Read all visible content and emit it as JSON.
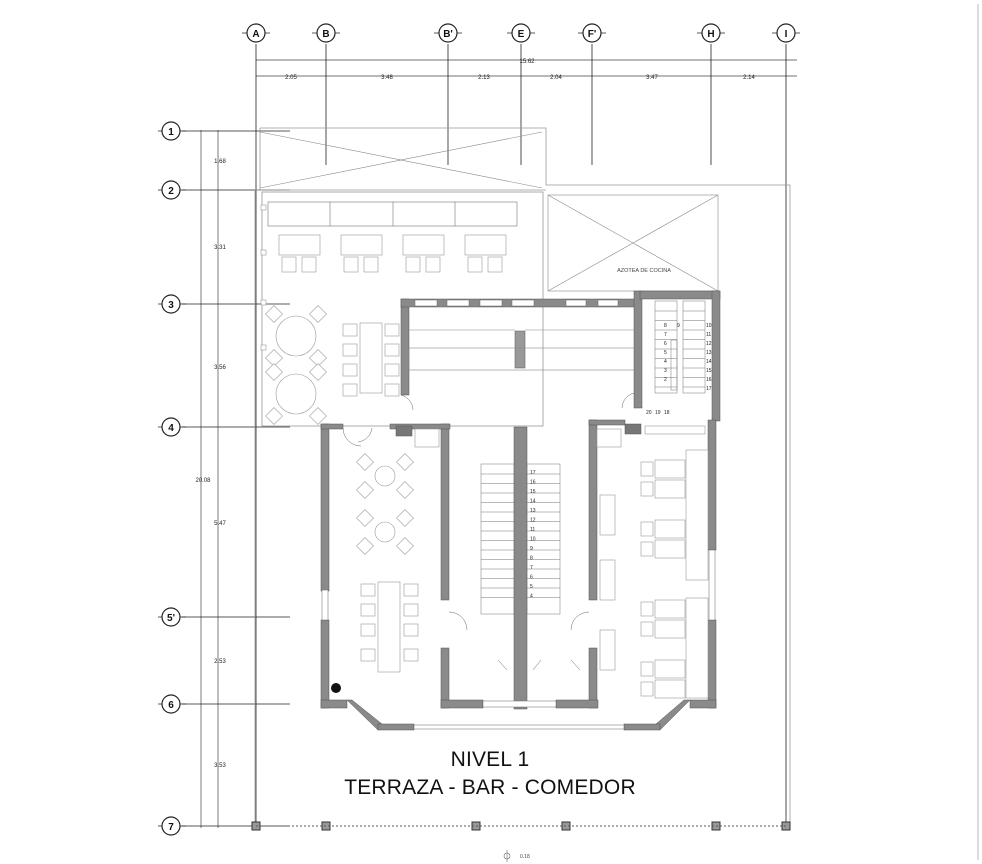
{
  "grid_columns": [
    "A",
    "B",
    "B'",
    "E",
    "F'",
    "H",
    "I"
  ],
  "grid_rows": [
    "1",
    "2",
    "3",
    "4",
    "5'",
    "6",
    "7"
  ],
  "overall_width": "15.62",
  "overall_depth": "20.08",
  "column_spacings": [
    "2.05",
    "3.48",
    "2.13",
    "2.04",
    "3.47",
    "2.14"
  ],
  "row_spacings": [
    "1.68",
    "3.31",
    "3.56",
    "5.47",
    "2.53",
    "3.53"
  ],
  "room_labels": {
    "kitchen_roof": "AZOTEA DE COCINA"
  },
  "stair_left_numbers": [
    "17",
    "16",
    "15",
    "14",
    "13",
    "12",
    "11",
    "10",
    "9",
    "8",
    "7",
    "6",
    "5",
    "4"
  ],
  "stair_right_numbers_a": [
    "8",
    "7",
    "6",
    "5",
    "4",
    "3",
    "2"
  ],
  "stair_right_numbers_b": [
    "9"
  ],
  "stair_right_numbers_c": [
    "10",
    "11",
    "12",
    "13",
    "14",
    "15",
    "16",
    "17"
  ],
  "stair_right_bottom": [
    "20",
    "19",
    "18"
  ],
  "bottom_mark": "0.18",
  "title": {
    "line1": "NIVEL 1",
    "line2": "TERRAZA - BAR - COMEDOR"
  }
}
